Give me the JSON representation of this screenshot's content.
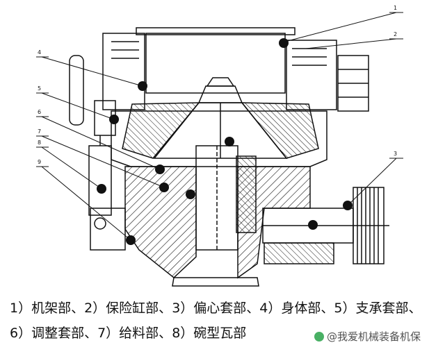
{
  "caption": {
    "items": [
      "1）机架部、",
      "2）保险缸部、",
      "3）偏心套部、",
      "4）身体部、",
      "5）支承套部、",
      "6）调整套部、",
      "7）给料部、",
      "8）碗型瓦部"
    ]
  },
  "watermark": {
    "text": "@我爱机械装备机保"
  },
  "diagram": {
    "leader_labels": [
      "1",
      "2",
      "3",
      "4",
      "5",
      "6",
      "7",
      "8",
      "9"
    ]
  },
  "colors": {
    "ink": "#111111",
    "background": "#ffffff"
  }
}
